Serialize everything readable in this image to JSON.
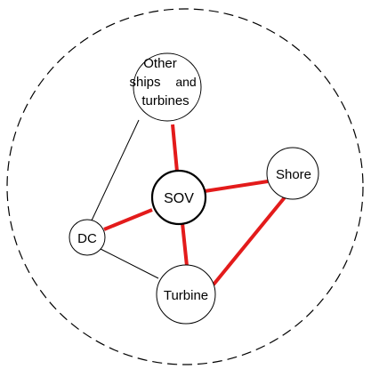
{
  "colors": {
    "background": "#ffffff",
    "strong_link": "#e31b1b",
    "weak_link": "#000000",
    "node_stroke": "#000000",
    "boundary": "#000000"
  },
  "nodes": {
    "other": {
      "lines": [
        "Other",
        "ships",
        "and",
        "turbines"
      ]
    },
    "sov": {
      "label": "SOV"
    },
    "shore": {
      "label": "Shore"
    },
    "dc": {
      "label": "DC"
    },
    "turbine": {
      "label": "Turbine"
    }
  },
  "links": [
    {
      "from": "Other ships and turbines",
      "to": "SOV",
      "style": "strong"
    },
    {
      "from": "SOV",
      "to": "Shore",
      "style": "strong"
    },
    {
      "from": "SOV",
      "to": "DC",
      "style": "strong"
    },
    {
      "from": "SOV",
      "to": "Turbine",
      "style": "strong"
    },
    {
      "from": "Shore",
      "to": "Turbine",
      "style": "strong"
    },
    {
      "from": "Other ships and turbines",
      "to": "DC",
      "style": "thin"
    },
    {
      "from": "DC",
      "to": "Turbine",
      "style": "thin"
    }
  ]
}
